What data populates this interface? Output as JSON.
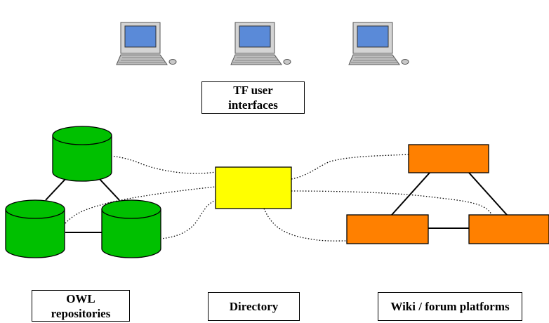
{
  "labels": {
    "tf_user_interfaces": "TF user\ninterfaces",
    "owl_repositories": "OWL\nrepositories",
    "directory": "Directory",
    "wiki_forum_platforms": "Wiki / forum platforms"
  },
  "colors": {
    "repository_fill": "#00c000",
    "directory_fill": "#ffff00",
    "platform_fill": "#ff8000",
    "screen_fill": "#5a8ad8",
    "computer_body": "#c8c8c8",
    "line": "#000000"
  },
  "icons": [
    "laptop-computer-icon",
    "database-cylinder-icon"
  ]
}
